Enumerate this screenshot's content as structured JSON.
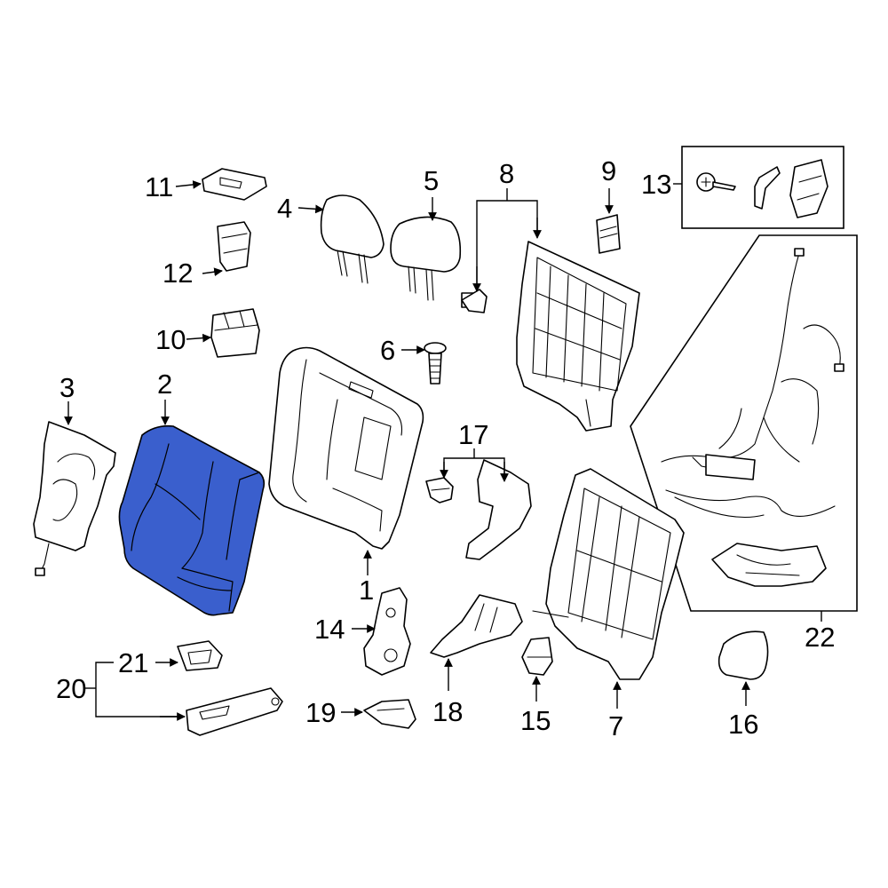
{
  "diagram": {
    "highlight_color": "#3a5fcd",
    "callouts": [
      {
        "id": "1",
        "text": "1"
      },
      {
        "id": "2",
        "text": "2"
      },
      {
        "id": "3",
        "text": "3"
      },
      {
        "id": "4",
        "text": "4"
      },
      {
        "id": "5",
        "text": "5"
      },
      {
        "id": "6",
        "text": "6"
      },
      {
        "id": "7",
        "text": "7"
      },
      {
        "id": "8",
        "text": "8"
      },
      {
        "id": "9",
        "text": "9"
      },
      {
        "id": "10",
        "text": "10"
      },
      {
        "id": "11",
        "text": "11"
      },
      {
        "id": "12",
        "text": "12"
      },
      {
        "id": "13",
        "text": "13"
      },
      {
        "id": "14",
        "text": "14"
      },
      {
        "id": "15",
        "text": "15"
      },
      {
        "id": "16",
        "text": "16"
      },
      {
        "id": "17",
        "text": "17"
      },
      {
        "id": "18",
        "text": "18"
      },
      {
        "id": "19",
        "text": "19"
      },
      {
        "id": "20",
        "text": "20"
      },
      {
        "id": "21",
        "text": "21"
      },
      {
        "id": "22",
        "text": "22"
      }
    ]
  }
}
